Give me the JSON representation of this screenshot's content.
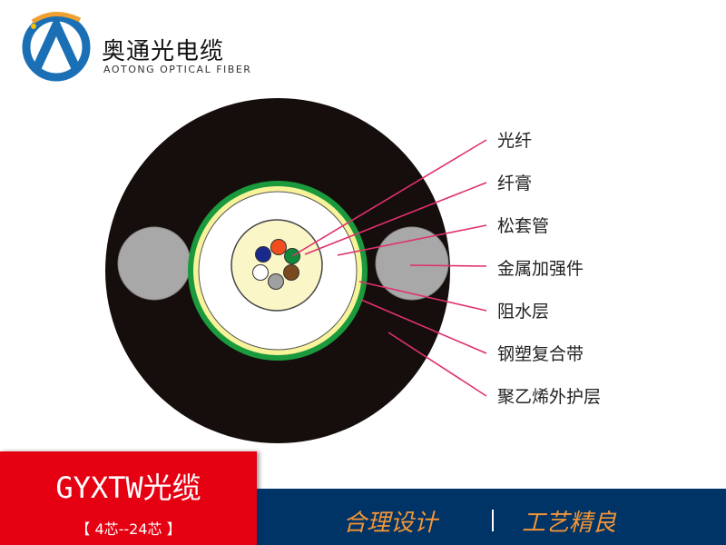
{
  "brand": {
    "name": "奥通光电缆",
    "english": "AOTONG OPTICAL FIBER"
  },
  "labels": [
    "光纤",
    "纤膏",
    "松套管",
    "金属加强件",
    "阻水层",
    "钢塑复合带",
    "聚乙烯外护层"
  ],
  "product": {
    "title": "GYXTW光缆",
    "cores": "【 4芯--24芯 】"
  },
  "slogans": [
    "合理设计",
    "工艺精良"
  ],
  "colors": {
    "red": "#e50012",
    "blue": "#003366",
    "orange": "#f29536",
    "leader": "#e0306f"
  },
  "fibers": [
    "#1a2a8c",
    "#f04e1e",
    "#0e8a3a",
    "#ffffff",
    "#a0a0a0",
    "#7a4a1e"
  ]
}
